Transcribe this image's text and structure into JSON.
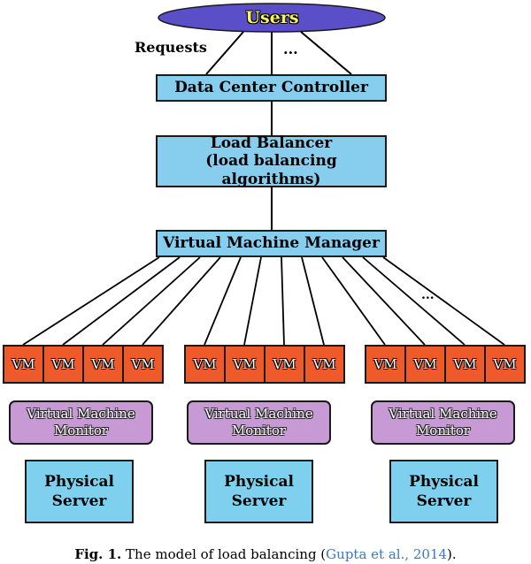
{
  "users": "Users",
  "requests_label": "Requests",
  "users_ellipsis": "...",
  "data_center_controller": "Data Center Controller",
  "load_balancer": {
    "line1": "Load Balancer",
    "line2": "(load balancing algorithms)"
  },
  "vm_manager": "Virtual Machine Manager",
  "vm_ellipsis": "...",
  "groups": [
    {
      "vms": [
        "VM",
        "VM",
        "VM",
        "VM"
      ],
      "monitor": {
        "line1": "Virtual Machine",
        "line2": "Monitor"
      },
      "server": {
        "line1": "Physical",
        "line2": "Server"
      }
    },
    {
      "vms": [
        "VM",
        "VM",
        "VM",
        "VM"
      ],
      "monitor": {
        "line1": "Virtual Machine",
        "line2": "Monitor"
      },
      "server": {
        "line1": "Physical",
        "line2": "Server"
      }
    },
    {
      "vms": [
        "VM",
        "VM",
        "VM",
        "VM"
      ],
      "monitor": {
        "line1": "Virtual Machine",
        "line2": "Monitor"
      },
      "server": {
        "line1": "Physical",
        "line2": "Server"
      }
    }
  ],
  "caption": {
    "fig": "Fig. 1.",
    "text": " The model of load balancing (",
    "ref": "Gupta et al., 2014",
    "end": ")."
  },
  "colors": {
    "users_ellipse": "#5a4fc8",
    "box_blue": "#87cdee",
    "vm_orange": "#ee5a2a",
    "monitor_purple": "#c79ad6",
    "server_blue": "#7fd0ee"
  }
}
